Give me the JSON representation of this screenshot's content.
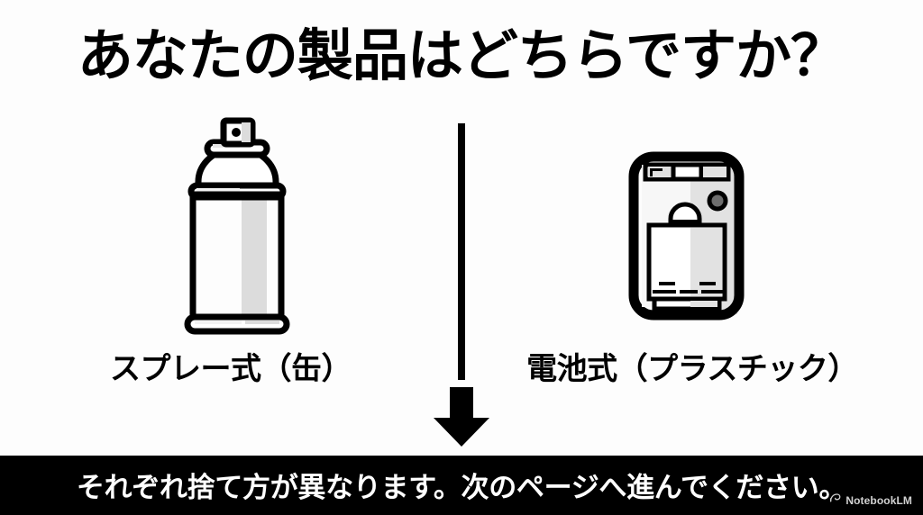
{
  "slide": {
    "title": "あなたの製品はどちらですか？",
    "background_color": "#FDFDFD",
    "text_color": "#000000"
  },
  "options": {
    "left": {
      "caption": "スプレー式（缶）",
      "illustration": "spray-can-icon"
    },
    "right": {
      "caption": "電池式（プラスチック）",
      "illustration": "battery-device-icon"
    },
    "divider": "vertical-divider",
    "arrow": "down-arrow-icon"
  },
  "banner": {
    "text": "それぞれ捨て方が異なります。次のページへ進んでください。",
    "background_color": "#000000",
    "text_color": "#FFFFFF"
  },
  "watermark": {
    "label": "NotebookLM",
    "icon": "notebooklm-logo-icon"
  }
}
